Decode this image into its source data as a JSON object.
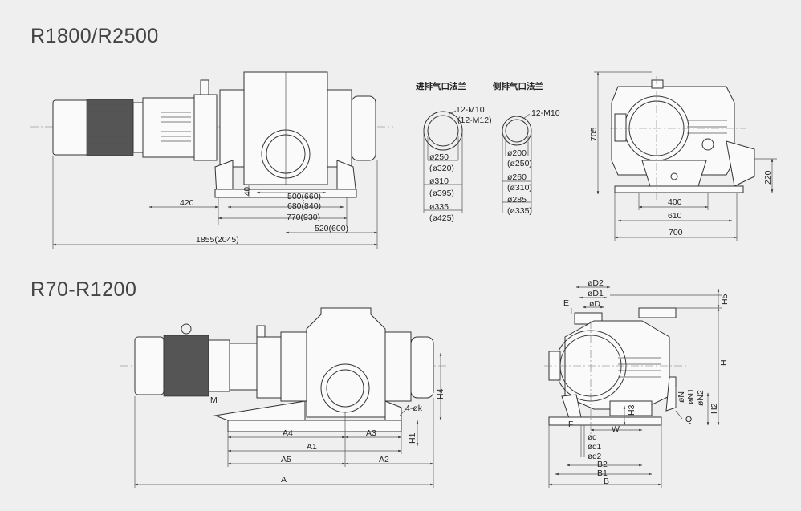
{
  "titles": {
    "top": "R1800/R2500",
    "bottom": "R70-R1200"
  },
  "flange_labels": {
    "inlet": "进排气口法兰",
    "side_exhaust": "侧排气口法兰"
  },
  "top_side_dims": {
    "h40": "40",
    "d500": "500(660)",
    "d420": "420",
    "d680": "680(840)",
    "d770": "770(930)",
    "d520": "520(600)",
    "d1855": "1855(2045)"
  },
  "inlet_flange_dims": {
    "bolts": "12-M10",
    "bolts_alt": "(12-M12)",
    "d250": "ø250",
    "d320": "(ø320)",
    "d310": "ø310",
    "d395": "(ø395)",
    "d335": "ø335",
    "d425": "(ø425)"
  },
  "side_flange_dims": {
    "bolts": "12-M10",
    "d200": "ø200",
    "d250": "(ø250)",
    "d260": "ø260",
    "d310": "(ø310)",
    "d285": "ø285",
    "d335": "(ø335)"
  },
  "top_end_dims": {
    "h705": "705",
    "h220": "220",
    "w400": "400",
    "w610": "610",
    "w700": "700"
  },
  "bottom_side_dims": {
    "M": "M",
    "A4": "A4",
    "A3": "A3",
    "A1": "A1",
    "A5": "A5",
    "A2": "A2",
    "A": "A",
    "H4": "H4",
    "H1": "H1",
    "holes": "4-øk"
  },
  "bottom_end_dims": {
    "D2": "øD2",
    "D1": "øD1",
    "D": "øD",
    "E": "E",
    "H5": "H5",
    "H": "H",
    "N": "øN",
    "N1": "øN1",
    "N2": "øN2",
    "H2": "H2",
    "H3": "H3",
    "Q": "Q",
    "F": "F",
    "W": "W",
    "d": "ød",
    "d1": "ød1",
    "d2": "ød2",
    "B2": "B2",
    "B1": "B1",
    "B": "B"
  },
  "colors": {
    "background": "#efefef",
    "line": "#333333",
    "title": "#444444",
    "motor_fins": "#555555"
  }
}
